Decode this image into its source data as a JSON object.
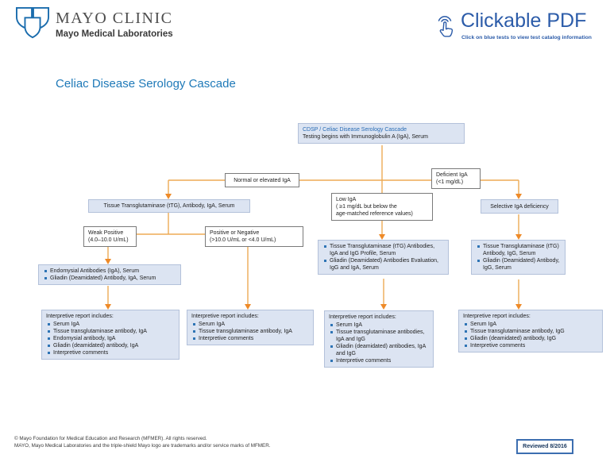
{
  "header": {
    "brand_title": "MAYO CLINIC",
    "brand_subtitle": "Mayo Medical Laboratories",
    "clickable_pdf": {
      "title": "Clickable PDF",
      "subtitle": "Click on blue tests to view test catalog information"
    }
  },
  "page_title": "Celiac Disease Serology Cascade",
  "flowchart": {
    "start": {
      "line1": "CDSP / Celiac Disease Serology Cascade",
      "line2": "Testing begins with Immunoglobulin A (IgA), Serum"
    },
    "labels": {
      "normal": "Normal or elevated IgA",
      "deficient": [
        "Deficient IgA",
        "(<1 mg/dL)"
      ],
      "low": [
        "Low IgA",
        "( ≥1 mg/dL but below the",
        "age-matched reference values)"
      ],
      "weak_positive": [
        "Weak Positive",
        "(4.0–10.0 U/mL)"
      ],
      "positive_or_negative": [
        "Positive or Negative",
        "(>10.0 U/mL or <4.0 U/mL)"
      ]
    },
    "ttg_test": "Tissue Transglutaminase (tTG), Antibody, IgA, Serum",
    "selective": "Selective IgA deficiency",
    "endomysial_tests": [
      "Endomysial Antibodies (IgA), Serum",
      "Gliadin (Deamidated) Antibody, IgA, Serum"
    ],
    "mid_tests": [
      "Tissue Transglutaminase (tTG) Antibodies, IgA and IgG Profile, Serum",
      "Gliadin (Deamidated) Antibodies Evaluation, IgG and IgA, Serum"
    ],
    "right_tests": [
      "Tissue Transglutaminase (tTG) Antibody, IgG, Serum",
      "Gliadin (Deamidated) Antibody, IgG, Serum"
    ],
    "report_header": "Interpretive report includes:",
    "report1": [
      "Serum IgA",
      "Tissue transglutaminase antibody, IgA",
      "Endomysial antibody, IgA",
      "Gliadin (deamidated) antibody, IgA",
      "Interpretive comments"
    ],
    "report2": [
      "Serum IgA",
      "Tissue transglutaminase antibody, IgA",
      "Interpretive comments"
    ],
    "report3": [
      "Serum IgA",
      "Tissue transglutaminase antibodies, IgA and IgG",
      "Gliadin (deamidated) antibodies, IgA and IgG",
      "Interpretive comments"
    ],
    "report4": [
      "Serum IgA",
      "Tissue transglutaminase antibody, IgG",
      "Gliadin (deamidated) antibody, IgG",
      "Interpretive comments"
    ]
  },
  "footer": {
    "line1": "© Mayo Foundation for Medical Education and Research (MFMER). All rights reserved.",
    "line2": "MAYO, Mayo Medical Laboratories and the triple-shield Mayo logo are trademarks and/or service marks of MFMER.",
    "reviewed": "Reviewed 8/2016"
  },
  "colors": {
    "line_orange": "#EDAA55",
    "arrow_orange": "#EE8A28",
    "box_blue_fill": "#DCE4F2",
    "box_blue_border": "#B3C1DA",
    "link_blue": "#2A6DB5",
    "title_blue": "#1E79B8",
    "brand_blue": "#1A6CAD",
    "pdf_blue": "#2C5CA9",
    "bullet_blue": "#2E74B5"
  }
}
